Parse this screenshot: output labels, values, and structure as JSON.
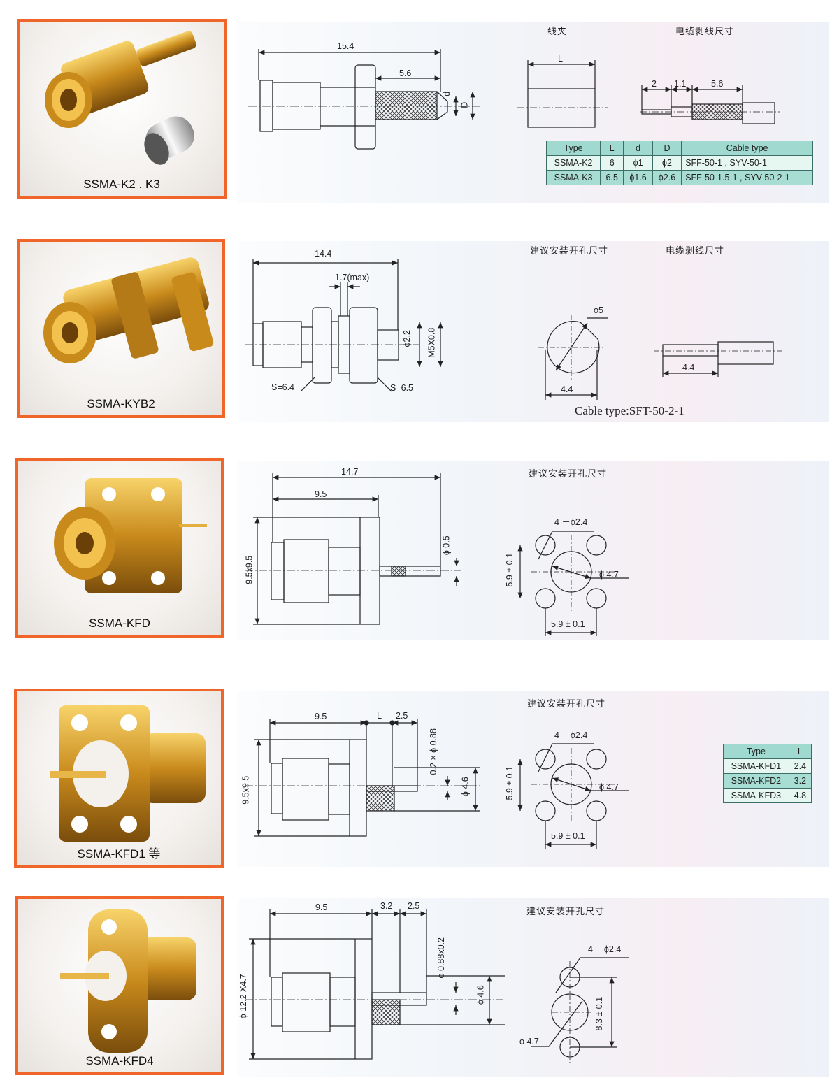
{
  "products": [
    {
      "name": "SSMA-K2 . K3",
      "labels": {
        "overall": "15.4",
        "tail": "5.6",
        "d": "d",
        "D": "D",
        "ferrule_title": "线夹",
        "strip_title": "电缆剥线尺寸",
        "ferrule_L": "L",
        "strip_a": "2",
        "strip_b": "1.1",
        "strip_c": "5.6"
      },
      "table": {
        "headers": [
          "Type",
          "L",
          "d",
          "D",
          "Cable type"
        ],
        "rows": [
          [
            "SSMA-K2",
            "6",
            "ϕ1",
            "ϕ2",
            "SFF-50-1 , SYV-50-1"
          ],
          [
            "SSMA-K3",
            "6.5",
            "ϕ1.6",
            "ϕ2.6",
            "SFF-50-1.5-1 , SYV-50-2-1"
          ]
        ]
      }
    },
    {
      "name": "SSMA-KYB2",
      "labels": {
        "overall": "14.4",
        "panel": "1.7(max)",
        "pin": "ϕ2.2",
        "thread": "M5X0.8",
        "s1": "S=6.4",
        "s2": "S=6.5",
        "hole_title": "建议安装开孔尺寸",
        "strip_title": "电缆剥线尺寸",
        "hole_dia": "ϕ5",
        "hole_flat": "4.4",
        "strip": "4.4",
        "cable": "Cable type:SFT-50-2-1"
      }
    },
    {
      "name": "SSMA-KFD",
      "labels": {
        "overall": "14.7",
        "body": "9.5",
        "flange": "9.5x9.5",
        "pin": "ϕ 0.5",
        "hole_title": "建议安装开孔尺寸",
        "holes": "4 －ϕ2.4",
        "vspace": "5.9 ± 0.1",
        "center": "ϕ 4.7",
        "hspace": "5.9 ± 0.1"
      }
    },
    {
      "name": "SSMA-KFD1 等",
      "labels": {
        "body": "9.5",
        "L": "L",
        "tab": "2.5",
        "pin": "0.2 × ϕ 0.88",
        "dia": "ϕ 4.6",
        "flange": "9.5x9.5",
        "hole_title": "建议安装开孔尺寸",
        "holes": "4 －ϕ2.4",
        "vspace": "5.9 ± 0.1",
        "center": "ϕ 4.7",
        "hspace": "5.9 ± 0.1"
      },
      "table": {
        "headers": [
          "Type",
          "L"
        ],
        "rows": [
          [
            "SSMA-KFD1",
            "2.4"
          ],
          [
            "SSMA-KFD2",
            "3.2"
          ],
          [
            "SSMA-KFD3",
            "4.8"
          ]
        ]
      }
    },
    {
      "name": "SSMA-KFD4",
      "labels": {
        "body": "9.5",
        "a": "3.2",
        "b": "2.5",
        "pin": "ϕ 0.88x0.2",
        "dia": "ϕ 4.6",
        "flange": "ϕ 12.2 X4.7",
        "hole_title": "建议安装开孔尺寸",
        "holes": "4 －ϕ2.4",
        "vspace": "8.3 ± 0.1",
        "center": "ϕ 4.7"
      }
    }
  ],
  "colors": {
    "frame": "#f0652a",
    "table_fill": "#a8ddd3",
    "gold": "#d9a030"
  }
}
